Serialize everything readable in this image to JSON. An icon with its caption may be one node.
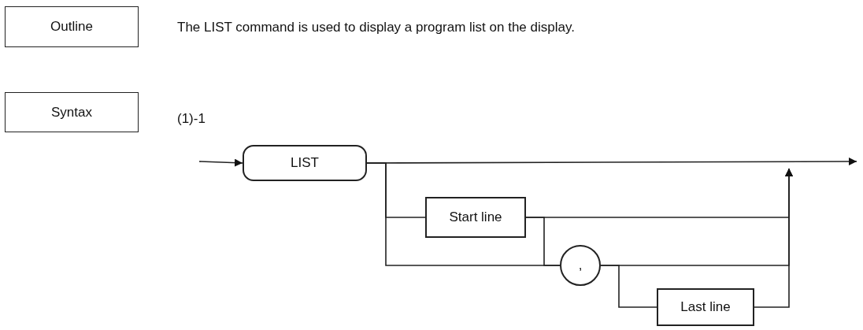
{
  "diagram": {
    "nodes": [
      {
        "text": [
          "Outline"
        ]
      },
      {
        "text": [
          "Syntax"
        ]
      },
      {
        "text": [
          "LIST"
        ]
      },
      {
        "text": [
          "Start line"
        ]
      },
      {
        "text": [
          ","
        ]
      },
      {
        "text": [
          "Last line"
        ]
      }
    ],
    "edges": [
      {
        "from": null,
        "to": 2,
        "arrow": "to"
      },
      {
        "from": 2,
        "to": null,
        "arrow": "to"
      },
      {
        "from": 2,
        "to": 3,
        "arrow": "none"
      },
      {
        "from": 2,
        "to": 4,
        "arrow": "none"
      },
      {
        "from": 3,
        "to": 4,
        "arrow": "none"
      },
      {
        "from": 3,
        "to": null,
        "arrow": "to"
      },
      {
        "from": 4,
        "to": null,
        "arrow": "to"
      },
      {
        "from": 4,
        "to": 5,
        "arrow": "none"
      },
      {
        "from": 5,
        "to": null,
        "arrow": "to"
      }
    ],
    "labels": [
      "The LIST command is used to display a program list on the display.",
      "(1)-1"
    ]
  }
}
